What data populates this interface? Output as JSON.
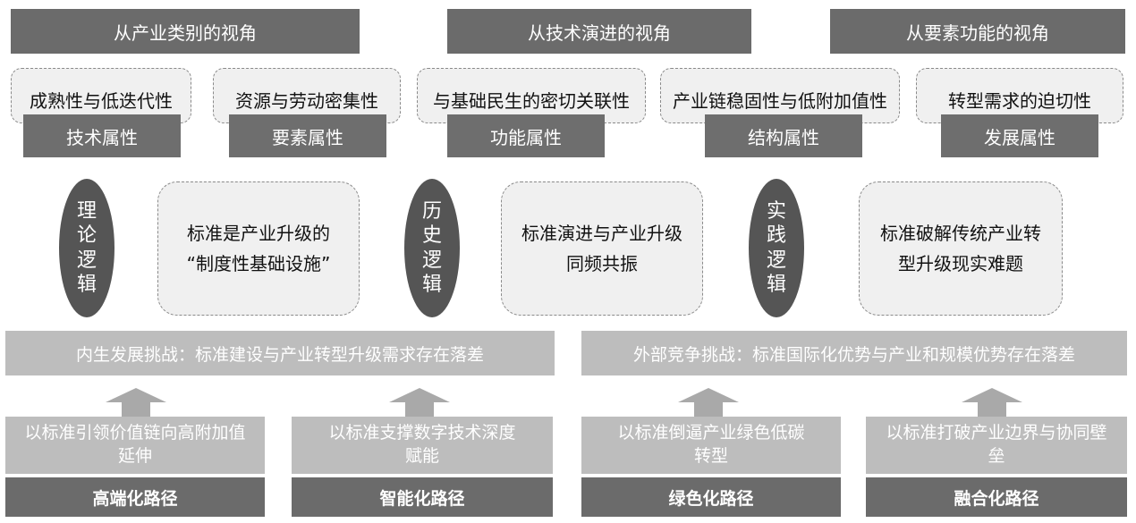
{
  "perspectives": [
    "从产业类别的视角",
    "从技术演进的视角",
    "从要素功能的视角"
  ],
  "attributes": [
    {
      "desc": "成熟性与低迭代性",
      "name": "技术属性"
    },
    {
      "desc": "资源与劳动密集性",
      "name": "要素属性"
    },
    {
      "desc": "与基础民生的密切关联性",
      "name": "功能属性"
    },
    {
      "desc": "产业链稳固性与低附加值性",
      "name": "结构属性"
    },
    {
      "desc": "转型需求的迫切性",
      "name": "发展属性"
    }
  ],
  "logics": [
    {
      "chars": [
        "理",
        "论",
        "逻",
        "辑"
      ],
      "statement": [
        "标准是产业升级的",
        "“制度性基础设施”"
      ]
    },
    {
      "chars": [
        "历",
        "史",
        "逻",
        "辑"
      ],
      "statement": [
        "标准演进与产业升级",
        "同频共振"
      ]
    },
    {
      "chars": [
        "实",
        "践",
        "逻",
        "辑"
      ],
      "statement": [
        "标准破解传统产业转",
        "型升级现实难题"
      ]
    }
  ],
  "challenges": [
    "内生发展挑战：标准建设与产业转型升级需求存在落差",
    "外部竞争挑战：标准国际化优势与产业和规模优势存在落差"
  ],
  "paths": [
    {
      "desc": [
        "以标准引领价值链向高附加值",
        "延伸"
      ],
      "title": "高端化路径"
    },
    {
      "desc": [
        "以标准支撑数字技术深度",
        "赋能"
      ],
      "title": "智能化路径"
    },
    {
      "desc": [
        "以标准倒逼产业绿色低碳",
        "转型"
      ],
      "title": "绿色化路径"
    },
    {
      "desc": [
        "以标准打破产业边界与协同壁",
        "垒"
      ],
      "title": "融合化路径"
    }
  ],
  "colors": {
    "dark": "#6b6b6b",
    "light": "#bdbdbd",
    "panel": "#f0f0f0",
    "arrow": "#a9a9a9"
  }
}
